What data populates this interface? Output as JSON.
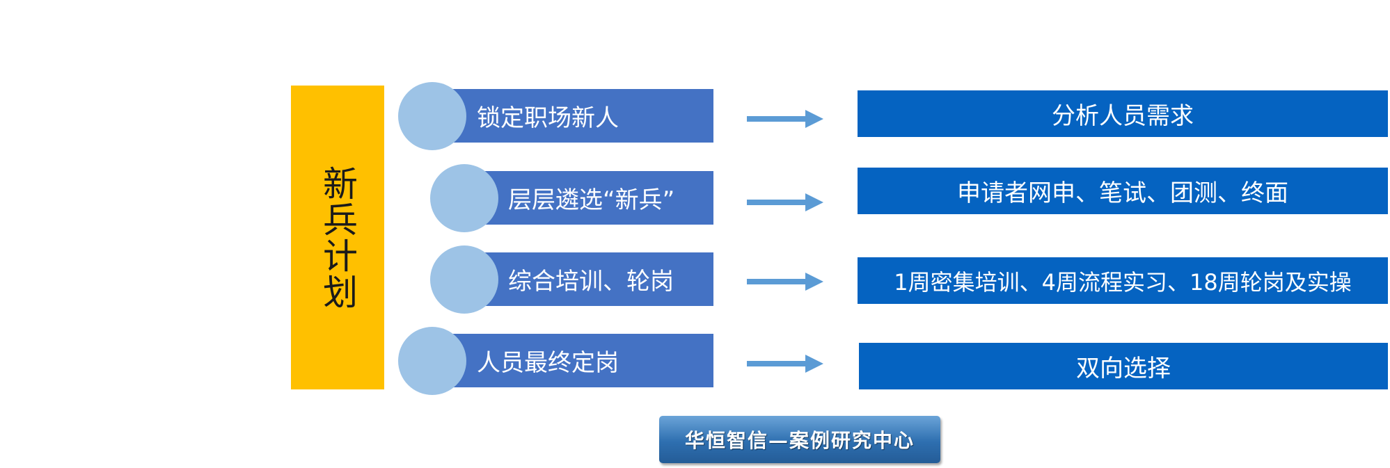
{
  "title": "新兵计划",
  "steps": [
    {
      "label": "锁定职场新人",
      "result": "分析人员需求"
    },
    {
      "label": "层层遴选“新兵”",
      "result": "申请者网申、笔试、团测、终面"
    },
    {
      "label": "综合培训、轮岗",
      "result": "1周密集培训、4周流程实习、18周轮岗及实操"
    },
    {
      "label": "人员最终定岗",
      "result": "双向选择"
    }
  ],
  "footer": "华恒智信—案例研究中心",
  "colors": {
    "title_bg": "#FFC000",
    "step_box": "#4472C4",
    "step_circle": "#9DC3E6",
    "arrow": "#5B9BD5",
    "result_box": "#0563C1"
  }
}
